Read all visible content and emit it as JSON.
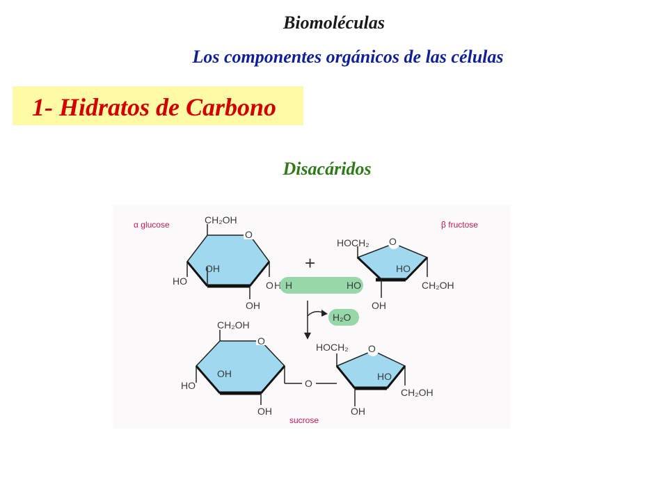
{
  "header": {
    "title": "Biomoléculas",
    "subtitle": "Los componentes orgánicos de las células"
  },
  "section": {
    "label": "1- Hidratos de Carbono",
    "subheading": "Disacáridos"
  },
  "diagram": {
    "glucose_caption": "α glucose",
    "fructose_caption": "β fructose",
    "sucrose_caption": "sucrose",
    "plus_sign": "+",
    "water": "H₂O",
    "labels": {
      "ch2oh": "CH₂OH",
      "hoch2": "HOCH₂",
      "oh": "OH",
      "ho": "HO",
      "o": "O",
      "h": "H"
    }
  },
  "colors": {
    "title": "#1a1a1a",
    "subtitle": "#0f1f99",
    "section_text": "#d40000",
    "section_bg": "#fffaa6",
    "subheading": "#2d7a16",
    "ring_fill": "#9fd8ef",
    "highlight": "#97d7a8"
  }
}
